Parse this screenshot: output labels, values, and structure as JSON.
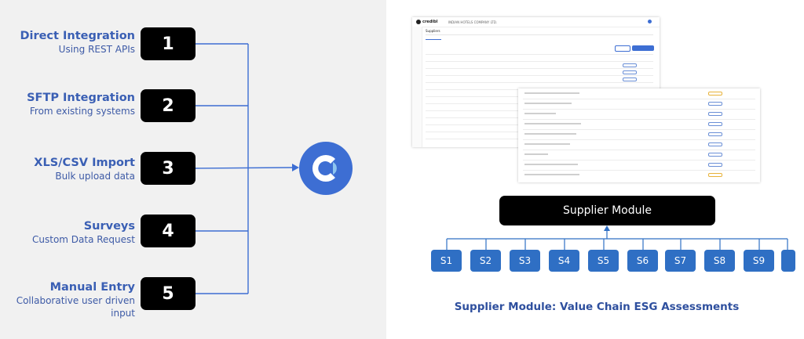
{
  "methods": [
    {
      "num": "1",
      "title": "Direct Integration",
      "subtitle": [
        "Using REST APIs"
      ]
    },
    {
      "num": "2",
      "title": "SFTP Integration",
      "subtitle": [
        "From existing systems"
      ]
    },
    {
      "num": "3",
      "title": "XLS/CSV Import",
      "subtitle": [
        "Bulk upload data"
      ]
    },
    {
      "num": "4",
      "title": "Surveys",
      "subtitle": [
        "Custom Data Request"
      ]
    },
    {
      "num": "5",
      "title": "Manual Entry",
      "subtitle": [
        "Collaborative user driven",
        "input"
      ]
    }
  ],
  "module_label": "Supplier Module",
  "suppliers": [
    "S1",
    "S2",
    "S3",
    "S4",
    "S5",
    "S6",
    "S7",
    "S8",
    "S9"
  ],
  "caption": "Supplier Module: Value Chain ESG Assessments",
  "app": {
    "brand": "credibl",
    "company": "INDIAN HOTELS COMPANY LTD.",
    "title": "Suppliers"
  },
  "colors": {
    "connector": "#3d6ed3",
    "label": "#3a5fb4",
    "supplier_box": "#2f6fc4",
    "logo": "#3d6ed3"
  },
  "icons": {
    "logo": "credibl-logo-icon"
  }
}
